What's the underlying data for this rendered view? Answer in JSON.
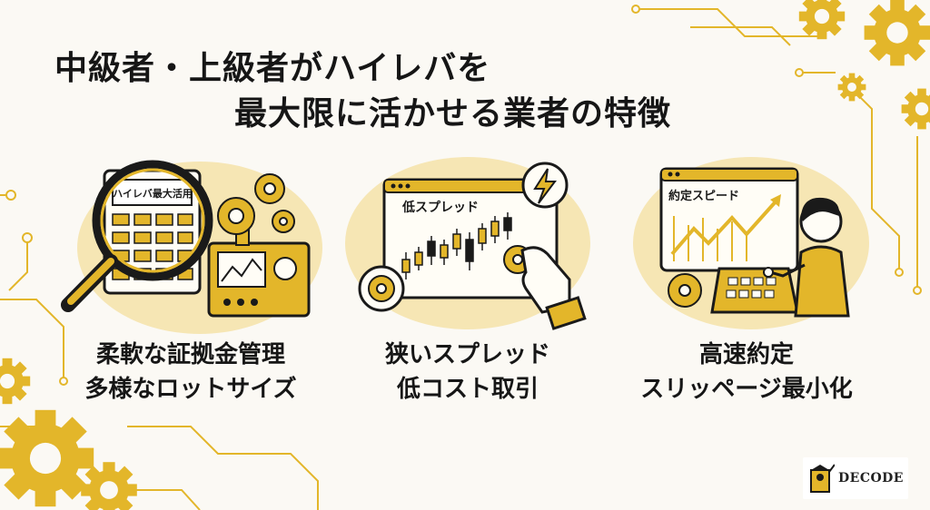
{
  "title": {
    "line1": "中級者・上級者がハイレバを",
    "line2": "最大限に活かせる業者の特徴"
  },
  "panels": [
    {
      "screen_label": "ハイレバ最大活用",
      "caption_line1": "柔軟な証拠金管理",
      "caption_line2": "多様なロットサイズ",
      "icon": "magnifier-calculator-icon"
    },
    {
      "screen_label": "低スプレッド",
      "caption_line1": "狭いスプレッド",
      "caption_line2": "低コスト取引",
      "icon": "candlestick-lightning-icon"
    },
    {
      "screen_label": "約定スピード",
      "caption_line1": "高速約定",
      "caption_line2": "スリッページ最小化",
      "icon": "trader-chart-icon"
    }
  ],
  "logo": {
    "text": "DECODE"
  },
  "colors": {
    "accent": "#e3b62a",
    "accent_light": "#f6e6b4",
    "dark": "#1a1a1a",
    "background": "#fbf9f4"
  }
}
